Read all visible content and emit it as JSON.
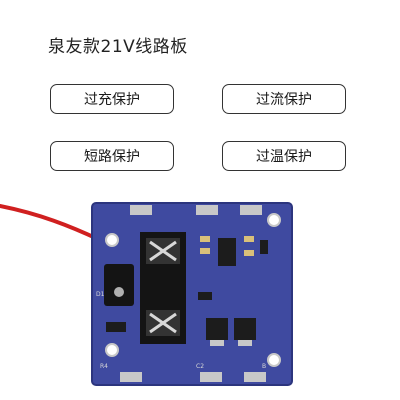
{
  "title": "泉友款21V线路板",
  "features": [
    "过充保护",
    "过流保护",
    "短路保护",
    "过温保护"
  ],
  "board": {
    "silkscreen": [
      "D1",
      "R4",
      "C2",
      "B"
    ],
    "colors": {
      "pcb": "#3f4aa0",
      "pcb_dark": "#2c357e",
      "pad": "#c8c8c8",
      "wire": "#d02020",
      "terminal": "#141414"
    }
  }
}
